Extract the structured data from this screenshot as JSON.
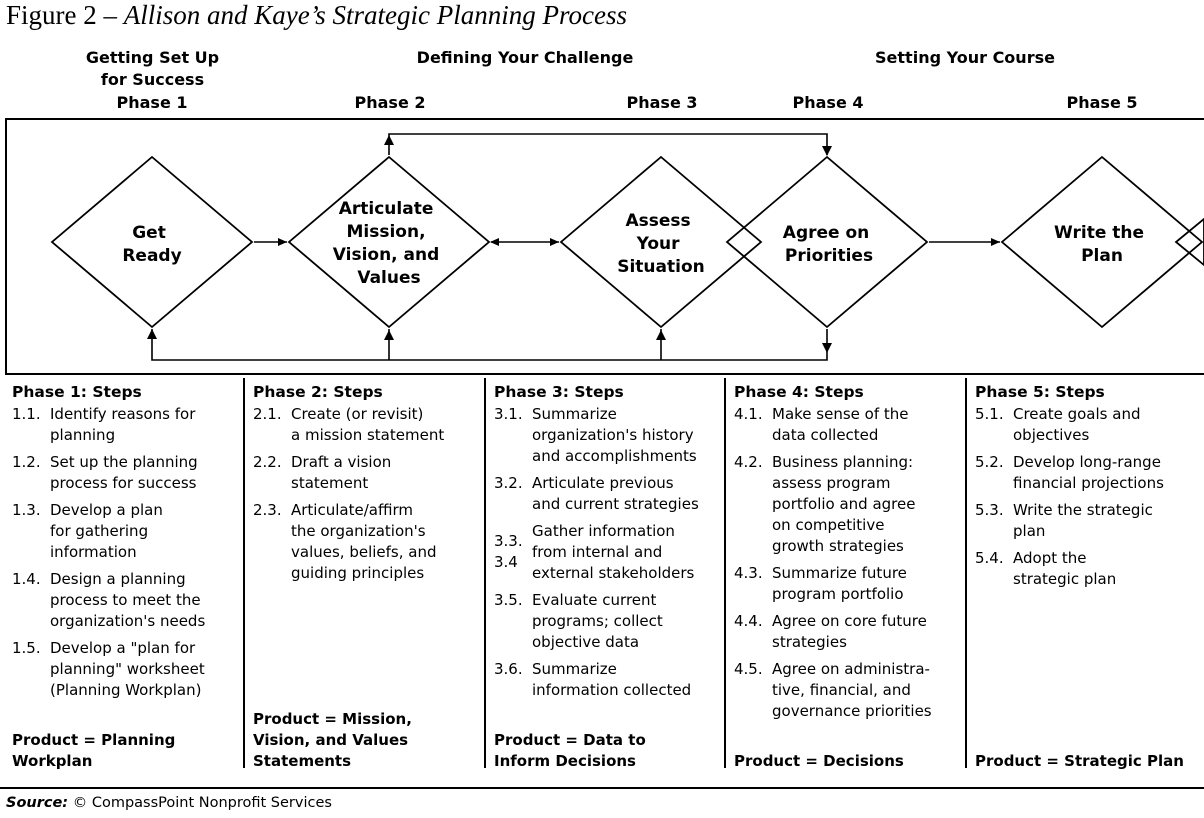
{
  "figure": {
    "label": "Figure 2 –",
    "title": "Allison and Kaye’s Strategic Planning Process"
  },
  "stages": [
    {
      "text": "Getting Set Up\nfor Success"
    },
    {
      "text": "Defining Your Challenge"
    },
    {
      "text": "Setting Your Course"
    }
  ],
  "phases": [
    "Phase 1",
    "Phase 2",
    "Phase 3",
    "Phase 4",
    "Phase 5"
  ],
  "diamonds": [
    {
      "lines": [
        "Get",
        "Ready"
      ]
    },
    {
      "lines": [
        "Articulate",
        "Mission,",
        "Vision, and",
        "Values"
      ]
    },
    {
      "lines": [
        "Assess",
        "Your",
        "Situation"
      ]
    },
    {
      "lines": [
        "Agree on",
        "Priorities"
      ]
    },
    {
      "lines": [
        "Write the",
        "Plan"
      ]
    }
  ],
  "steps": [
    {
      "heading": "Phase 1: Steps",
      "items": [
        {
          "num": "1.1.",
          "text": "Identify reasons for\nplanning"
        },
        {
          "num": "1.2.",
          "text": "Set up the planning\nprocess for success"
        },
        {
          "num": "1.3.",
          "text": "Develop a plan\nfor gathering\ninformation"
        },
        {
          "num": "1.4.",
          "text": "Design a planning\nprocess to meet the\norganization's needs"
        },
        {
          "num": "1.5.",
          "text": "Develop a \"plan for\nplanning\" worksheet\n(Planning Workplan)"
        }
      ],
      "product": "Product = Planning\nWorkplan"
    },
    {
      "heading": "Phase 2: Steps",
      "items": [
        {
          "num": "2.1.",
          "text": "Create (or revisit)\na mission statement"
        },
        {
          "num": "2.2.",
          "text": "Draft a vision\nstatement"
        },
        {
          "num": "2.3.",
          "text": "Articulate/affirm\nthe organization's\nvalues, beliefs, and\nguiding principles"
        }
      ],
      "product": "Product = Mission,\nVision, and Values\nStatements"
    },
    {
      "heading": "Phase 3: Steps",
      "items": [
        {
          "num": "3.1.",
          "text": "Summarize\norganization's history\nand accomplishments"
        },
        {
          "num": "3.2.",
          "text": "Articulate previous\nand current strategies"
        },
        {
          "num": "3.3.\n3.4",
          "text": "Gather information\nfrom internal and\nexternal stakeholders"
        },
        {
          "num": "3.5.",
          "text": "Evaluate current\nprograms; collect\nobjective data"
        },
        {
          "num": "3.6.",
          "text": "Summarize\ninformation collected"
        }
      ],
      "product": "Product = Data to\nInform Decisions"
    },
    {
      "heading": "Phase 4: Steps",
      "items": [
        {
          "num": "4.1.",
          "text": "Make sense of the\ndata collected"
        },
        {
          "num": "4.2.",
          "text": "Business planning:\nassess program\nportfolio and agree\non competitive\ngrowth strategies"
        },
        {
          "num": "4.3.",
          "text": "Summarize future\nprogram portfolio"
        },
        {
          "num": "4.4.",
          "text": "Agree on core future\nstrategies"
        },
        {
          "num": "4.5.",
          "text": "Agree on administra-\ntive, financial, and\ngovernance priorities"
        }
      ],
      "product": "Product = Decisions"
    },
    {
      "heading": "Phase 5: Steps",
      "items": [
        {
          "num": "5.1.",
          "text": "Create goals and\nobjectives"
        },
        {
          "num": "5.2.",
          "text": "Develop long-range\nfinancial projections"
        },
        {
          "num": "5.3.",
          "text": "Write the strategic\nplan"
        },
        {
          "num": "5.4.",
          "text": "Adopt the\nstrategic plan"
        }
      ],
      "product": "Product = Strategic Plan"
    }
  ],
  "source": {
    "label": "Source:",
    "text": "© CompassPoint Nonprofit Services"
  }
}
